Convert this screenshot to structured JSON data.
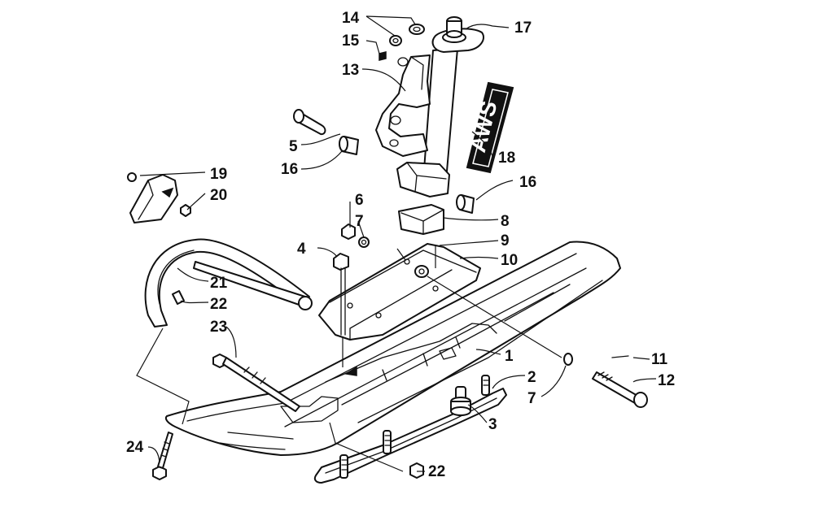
{
  "diagram": {
    "logo_text": "AWS",
    "callouts": [
      {
        "id": "callout-14",
        "text": "14"
      },
      {
        "id": "callout-15",
        "text": "15"
      },
      {
        "id": "callout-17",
        "text": "17"
      },
      {
        "id": "callout-13",
        "text": "13"
      },
      {
        "id": "callout-5",
        "text": "5"
      },
      {
        "id": "callout-16a",
        "text": "16"
      },
      {
        "id": "callout-18",
        "text": "18"
      },
      {
        "id": "callout-16b",
        "text": "16"
      },
      {
        "id": "callout-19",
        "text": "19"
      },
      {
        "id": "callout-20",
        "text": "20"
      },
      {
        "id": "callout-6",
        "text": "6"
      },
      {
        "id": "callout-7a",
        "text": "7"
      },
      {
        "id": "callout-8",
        "text": "8"
      },
      {
        "id": "callout-9",
        "text": "9"
      },
      {
        "id": "callout-4",
        "text": "4"
      },
      {
        "id": "callout-10",
        "text": "10"
      },
      {
        "id": "callout-21",
        "text": "21"
      },
      {
        "id": "callout-22a",
        "text": "22"
      },
      {
        "id": "callout-23",
        "text": "23"
      },
      {
        "id": "callout-1",
        "text": "1"
      },
      {
        "id": "callout-11",
        "text": "11"
      },
      {
        "id": "callout-2",
        "text": "2"
      },
      {
        "id": "callout-12",
        "text": "12"
      },
      {
        "id": "callout-7b",
        "text": "7"
      },
      {
        "id": "callout-3",
        "text": "3"
      },
      {
        "id": "callout-24",
        "text": "24"
      },
      {
        "id": "callout-22b",
        "text": "22"
      }
    ]
  }
}
